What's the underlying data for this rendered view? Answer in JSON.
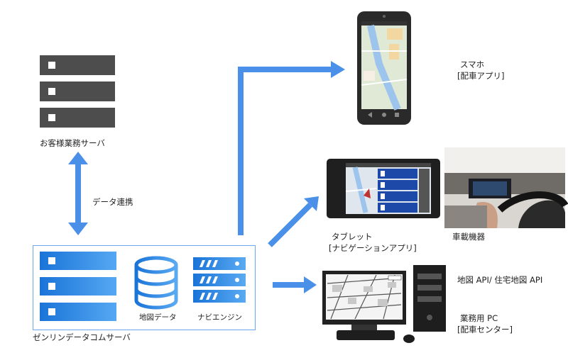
{
  "labels": {
    "customer_server": "お客様業務サーバ",
    "data_link": "データ連携",
    "zenrin_server": "ゼンリンデータコムサーバ",
    "map_data": "地図データ",
    "navi_engine": "ナビエンジン",
    "smartphone": "スマホ",
    "smartphone_app": "[配車アプリ]",
    "tablet": "タブレット",
    "tablet_app": "[ナビゲーションアプリ]",
    "car_device": "車載機器",
    "map_api": "地図 API/ 住宅地図 API",
    "business_pc": "業務用 PC",
    "dispatch_center": "[配車センター]"
  },
  "icons": {
    "customer_server": "server-rack-icon",
    "zenrin_server": "server-rack-icon",
    "map_data": "database-icon",
    "navi_engine": "navi-engine-icon",
    "smartphone": "smartphone-icon",
    "tablet": "tablet-icon",
    "car_device": "car-dashboard-photo",
    "business_pc": "desktop-pc-icon"
  },
  "colors": {
    "arrow": "#4a90e8",
    "server_gray": "#4d4d4d",
    "server_blue": "#1a74d8",
    "box_border": "#6aa9ec"
  }
}
